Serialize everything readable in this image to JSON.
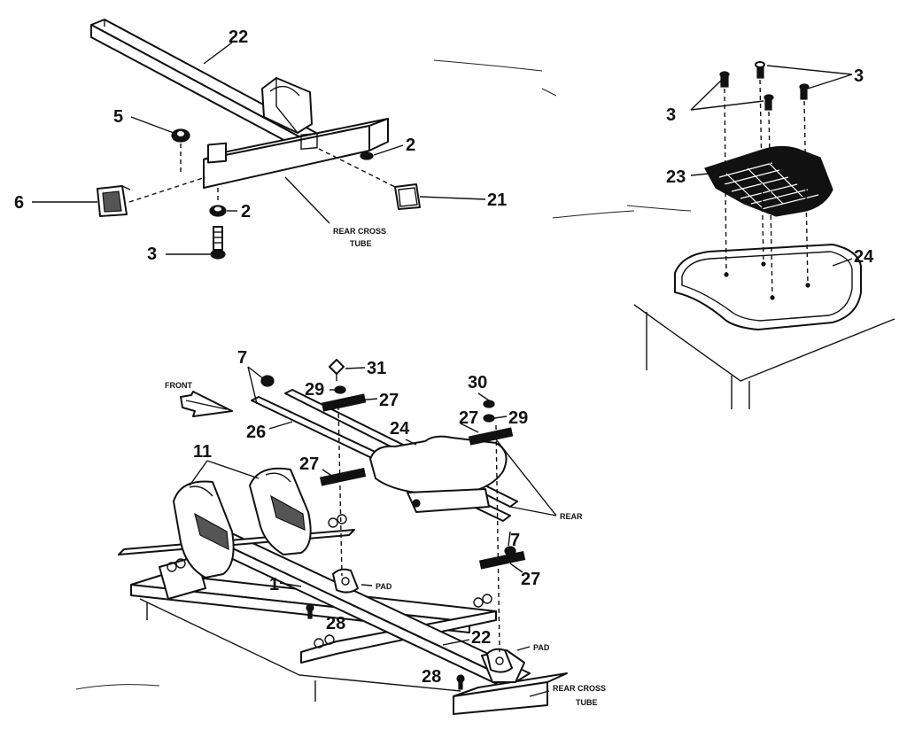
{
  "callouts": {
    "top_22": "22",
    "top_5": "5",
    "top_2a": "2",
    "top_6": "6",
    "top_2b": "2",
    "top_21": "21",
    "top_3": "3",
    "seat_3a": "3",
    "seat_3b": "3",
    "seat_23": "23",
    "seat_24": "24",
    "bot_7a": "7",
    "bot_31": "31",
    "bot_29a": "29",
    "bot_27a": "27",
    "bot_30": "30",
    "bot_27b": "27",
    "bot_29b": "29",
    "bot_26": "26",
    "bot_24": "24",
    "bot_11": "11",
    "bot_27c": "27",
    "bot_7b": "7",
    "bot_27d": "27",
    "bot_1": "1",
    "bot_28a": "28",
    "bot_22": "22",
    "bot_28b": "28"
  },
  "captions": {
    "rear_cross_tube_top_1": "REAR CROSS",
    "rear_cross_tube_top_2": "TUBE",
    "front": "FRONT",
    "rear": "REAR",
    "pad_1": "PAD",
    "pad_2": "PAD",
    "rear_cross_tube_bot_1": "REAR CROSS",
    "rear_cross_tube_bot_2": "TUBE"
  }
}
